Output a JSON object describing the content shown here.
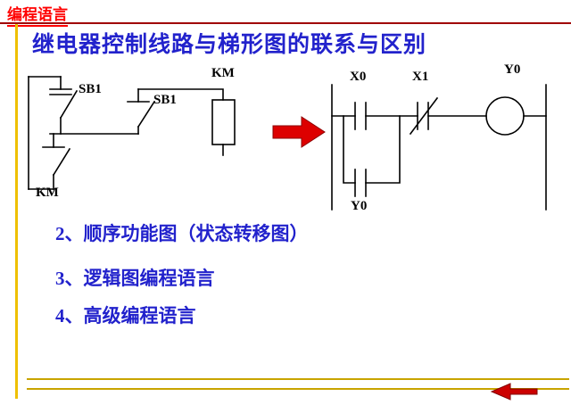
{
  "header": {
    "tag": "编程语言",
    "title": "继电器控制线路与梯形图的联系与区别"
  },
  "relay_circuit": {
    "sb1_start_label": "SB1",
    "sb1_stop_label": "SB1",
    "km_coil_label": "KM",
    "km_contact_label": "KM"
  },
  "ladder_diagram": {
    "x0_label": "X0",
    "x1_label": "X1",
    "y0_coil_label": "Y0",
    "y0_contact_label": "Y0"
  },
  "list": {
    "items": [
      "2、顺序功能图（状态转移图）",
      "3、逻辑图编程语言",
      "4、高级编程语言"
    ]
  },
  "colors": {
    "heading_red": "#FF0000",
    "title_blue": "#2222CC",
    "arrow_red": "#DD0000",
    "gold_line": "#EFC000",
    "bottom_rule_gold": "#C8A400",
    "top_rule_red": "#A00000"
  }
}
